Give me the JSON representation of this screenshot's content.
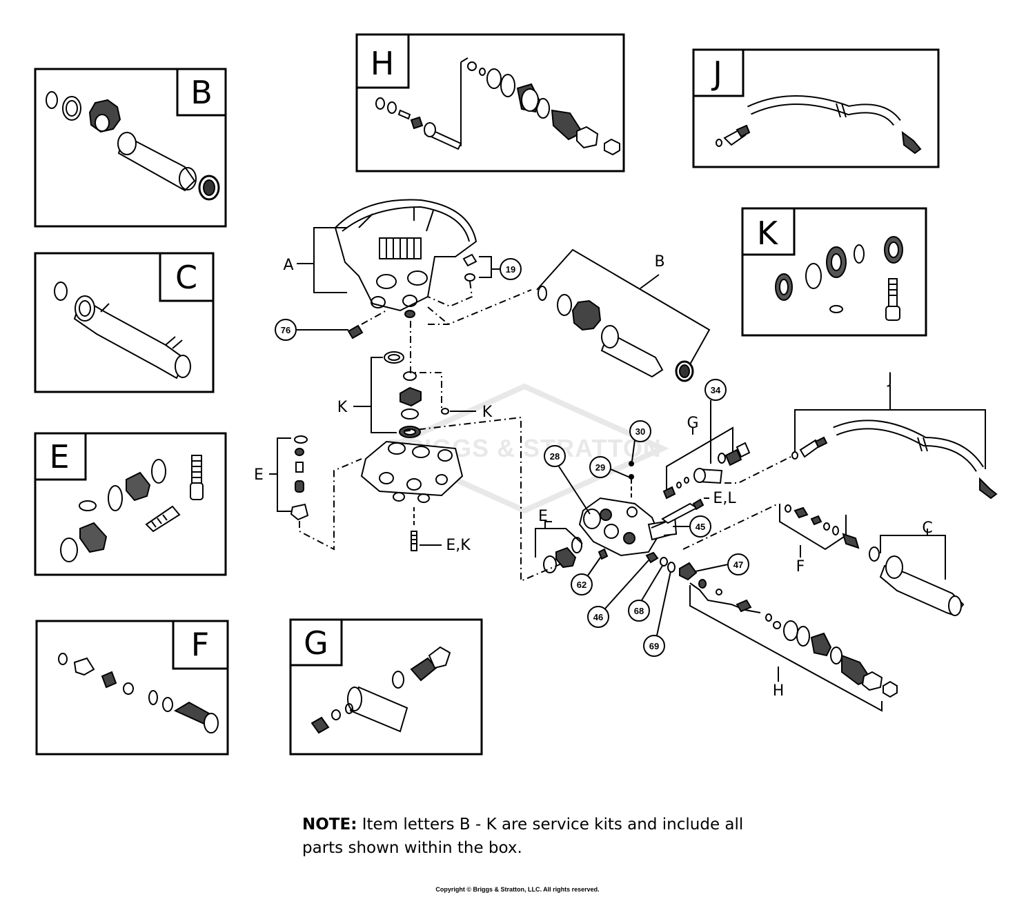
{
  "kits": {
    "B": "B",
    "C": "C",
    "E": "E",
    "F": "F",
    "G": "G",
    "H": "H",
    "J": "J",
    "K": "K"
  },
  "main_labels": {
    "A": "A",
    "B": "B",
    "C": "C",
    "E_left": "E",
    "E_right": "E",
    "F": "F",
    "G": "G",
    "H": "H",
    "J": "J",
    "K_left": "K",
    "K_right": "K",
    "EK": "E,K",
    "EL": "E,L"
  },
  "callouts": {
    "n19": "19",
    "n76": "76",
    "n34": "34",
    "n30": "30",
    "n28": "28",
    "n29": "29",
    "n45": "45",
    "n47": "47",
    "n62": "62",
    "n46": "46",
    "n68": "68",
    "n69": "69"
  },
  "watermark": "BRIGGS & STRATTON",
  "note": {
    "bold": "NOTE:",
    "text": "Item letters B - K are service kits and include all parts shown within the box."
  },
  "copyright": "Copyright © Briggs & Stratton, LLC. All rights reserved."
}
